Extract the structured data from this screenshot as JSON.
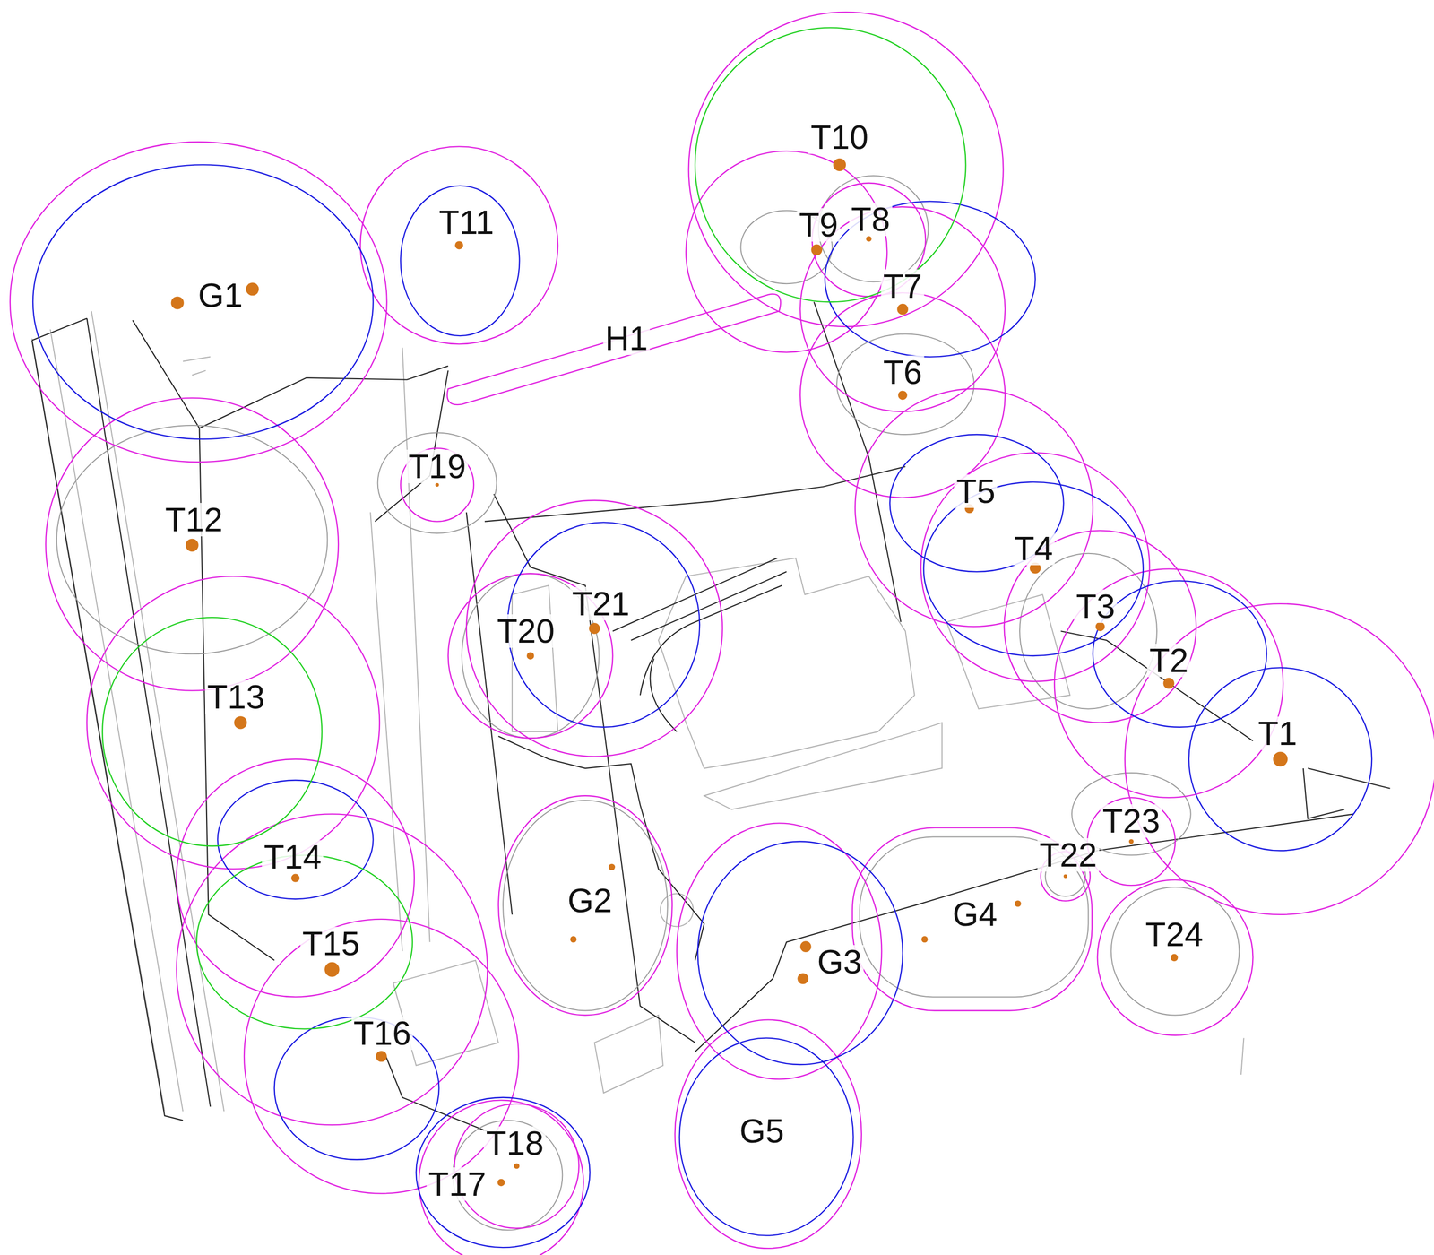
{
  "diagram": {
    "labels": [
      "T10",
      "T9",
      "T8",
      "T11",
      "G1",
      "T7",
      "H1",
      "T6",
      "T19",
      "T5",
      "T12",
      "T4",
      "T21",
      "T3",
      "T20",
      "T2",
      "T13",
      "T1",
      "T23",
      "T14",
      "T22",
      "G2",
      "G4",
      "T24",
      "T15",
      "G3",
      "T16",
      "G5",
      "T18",
      "T17"
    ]
  }
}
